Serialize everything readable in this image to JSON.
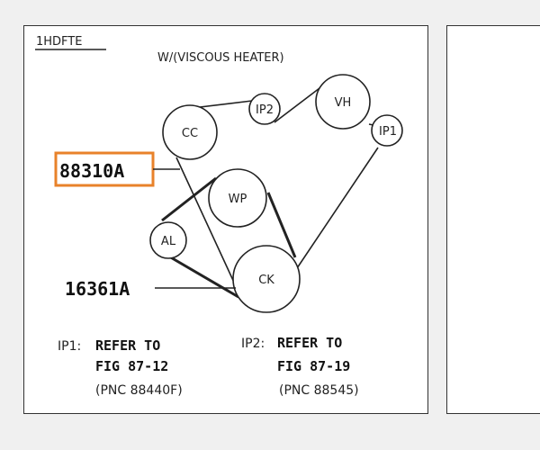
{
  "diagram": {
    "engine_code": "1HDFTE",
    "heading": "W/(VISCOUS HEATER)",
    "pulleys": {
      "cc": "CC",
      "ip2": "IP2",
      "vh": "VH",
      "ip1": "IP1",
      "wp": "WP",
      "al": "AL",
      "ck": "CK"
    },
    "part_numbers": {
      "highlighted": "88310A",
      "lower": "16361A"
    },
    "notes": {
      "ip1": {
        "prefix": "IP1:",
        "line1": "REFER TO",
        "line2": "FIG 87-12",
        "line3": "(PNC 88440F)"
      },
      "ip2": {
        "prefix": "IP2:",
        "line1": "REFER TO",
        "line2": "FIG 87-19",
        "line3": "(PNC 88545)"
      }
    },
    "colors": {
      "highlight": "#e8822a",
      "ink": "#222222"
    }
  }
}
